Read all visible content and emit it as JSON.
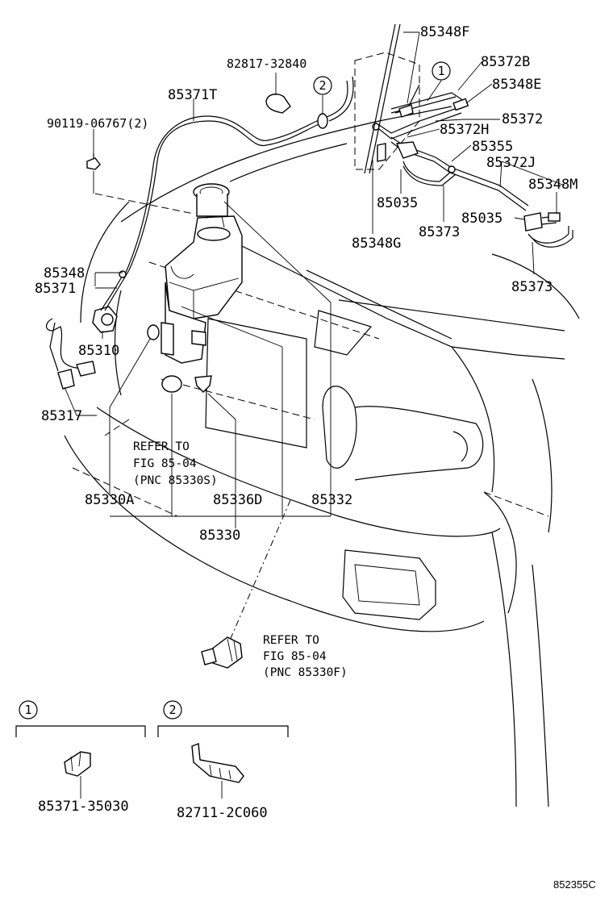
{
  "parts": {
    "p85348F": "85348F",
    "p85372B": "85372B",
    "p85348E": "85348E",
    "p85372": "85372",
    "p85372H": "85372H",
    "p85355": "85355",
    "p85372J": "85372J",
    "p85348M": "85348M",
    "p85035a": "85035",
    "p85035b": "85035",
    "p85373a": "85373",
    "p85373b": "85373",
    "p85348G": "85348G",
    "p82817": "82817-32840",
    "p85371T": "85371T",
    "p90119": "90119-06767(2)",
    "p85348": "85348",
    "p85371": "85371",
    "p85310": "85310",
    "p85317": "85317",
    "p85330A": "85330A",
    "p85336D": "85336D",
    "p85332": "85332",
    "p85330": "85330"
  },
  "notes": {
    "refer1_line1": "REFER TO",
    "refer1_line2": "FIG 85-04",
    "refer1_line3": "(PNC 85330S)",
    "refer2_line1": "REFER TO",
    "refer2_line2": "FIG 85-04",
    "refer2_line3": "(PNC 85330F)"
  },
  "callouts": {
    "c1": "1",
    "c2": "2",
    "c1_legend": "1",
    "c2_legend": "2"
  },
  "legend": {
    "item1_part": "85371-35030",
    "item2_part": "82711-2C060"
  },
  "figure_id": "852355C"
}
